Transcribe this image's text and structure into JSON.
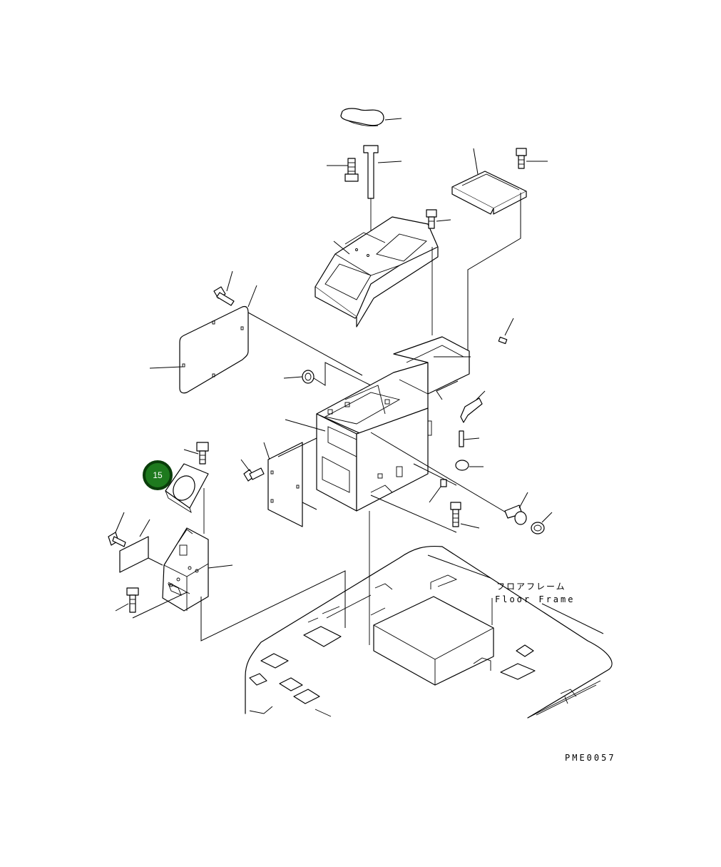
{
  "labels": {
    "floor_frame_jp": "フロアフレーム",
    "floor_frame_en": "Floor Frame",
    "drawing_code": "PME0057"
  },
  "callout": {
    "number": "15",
    "fill": "#1e7a1e",
    "stroke": "#0a3d0a"
  },
  "icons": [
    "armrest-pad",
    "bolt",
    "cover-plate",
    "console-box",
    "console-frame",
    "floor-frame"
  ]
}
